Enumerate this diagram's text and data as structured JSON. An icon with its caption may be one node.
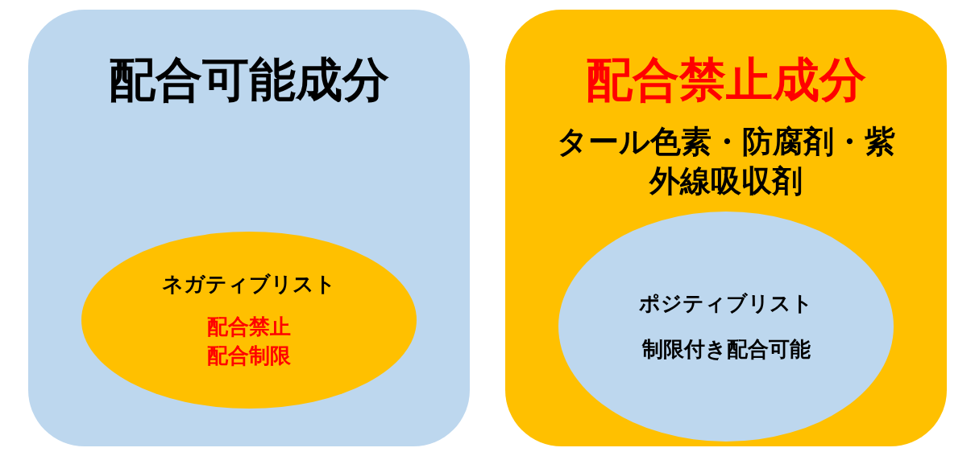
{
  "diagram": {
    "nodes": [
      {
        "text": [
          "配合可能成分"
        ]
      },
      {
        "text": [
          "ネガティブリスト",
          "配合禁止",
          "配合制限"
        ],
        "in": 0
      },
      {
        "text": [
          "配合禁止成分",
          "タール色素・防腐剤・紫外線吸収剤"
        ]
      },
      {
        "text": [
          "ポジティブリスト",
          "制限付き配合可能"
        ],
        "in": 2
      }
    ]
  }
}
